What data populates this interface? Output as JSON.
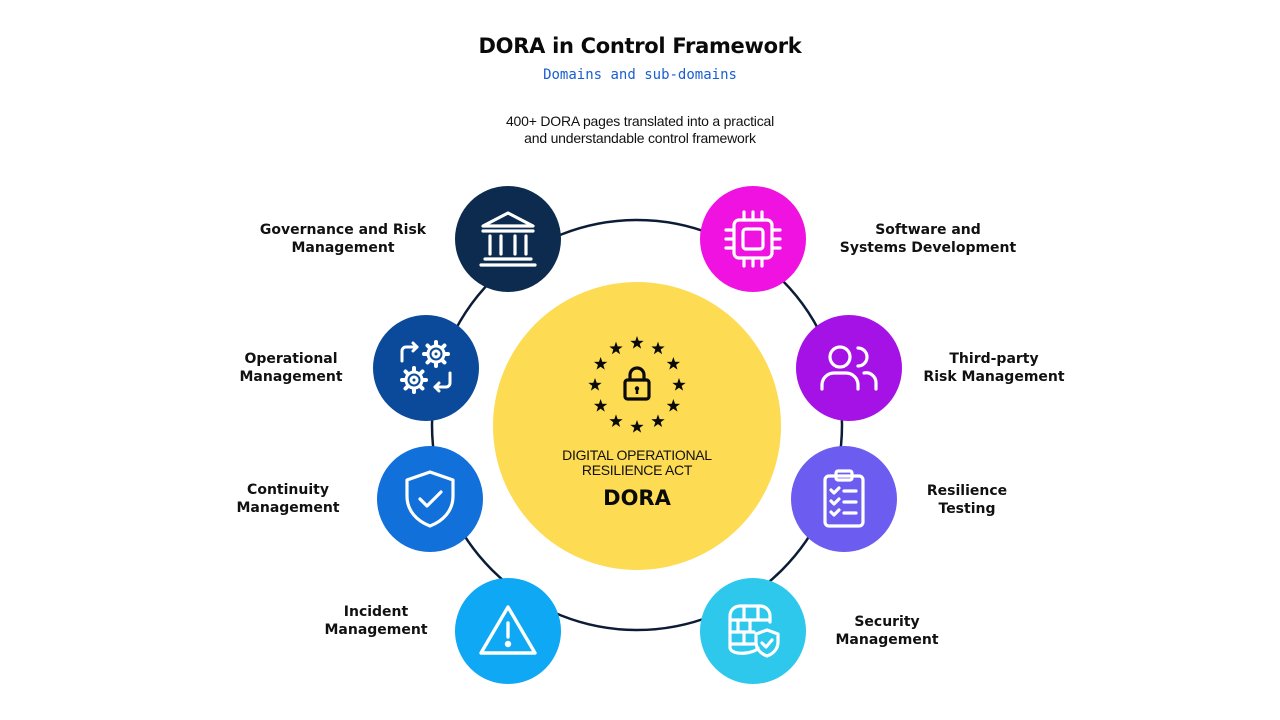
{
  "header": {
    "title": "DORA in Control Framework",
    "subtitle": "Domains and sub-domains",
    "intro_lines": [
      "400+ DORA pages translated into a practical",
      "and understandable control framework"
    ]
  },
  "center": {
    "line1": "DIGITAL OPERATIONAL",
    "line2": "RESILIENCE ACT",
    "name": "DORA",
    "color": "#FDDB52",
    "icon": "eu-stars-lock-icon"
  },
  "domains": [
    {
      "lines": [
        "Governance  and Risk",
        "Management"
      ],
      "color": "#0C2B4E",
      "icon": "bank-building-icon"
    },
    {
      "lines": [
        "Software and",
        "Systems Development"
      ],
      "color": "#F012E0",
      "icon": "microchip-icon"
    },
    {
      "lines": [
        "Operational",
        "Management"
      ],
      "color": "#0B4A9A",
      "icon": "gears-cycle-icon"
    },
    {
      "lines": [
        "Third-party",
        "Risk Management"
      ],
      "color": "#A412E6",
      "icon": "users-icon"
    },
    {
      "lines": [
        "Continuity",
        "Management"
      ],
      "color": "#1270DA",
      "icon": "shield-check-icon"
    },
    {
      "lines": [
        "Resilience",
        "Testing"
      ],
      "color": "#6C5CF0",
      "icon": "clipboard-checklist-icon"
    },
    {
      "lines": [
        "Incident",
        "Management"
      ],
      "color": "#0FA8F4",
      "icon": "warning-triangle-icon"
    },
    {
      "lines": [
        "Security",
        "Management"
      ],
      "color": "#2EC8EC",
      "icon": "firewall-shield-icon"
    }
  ]
}
